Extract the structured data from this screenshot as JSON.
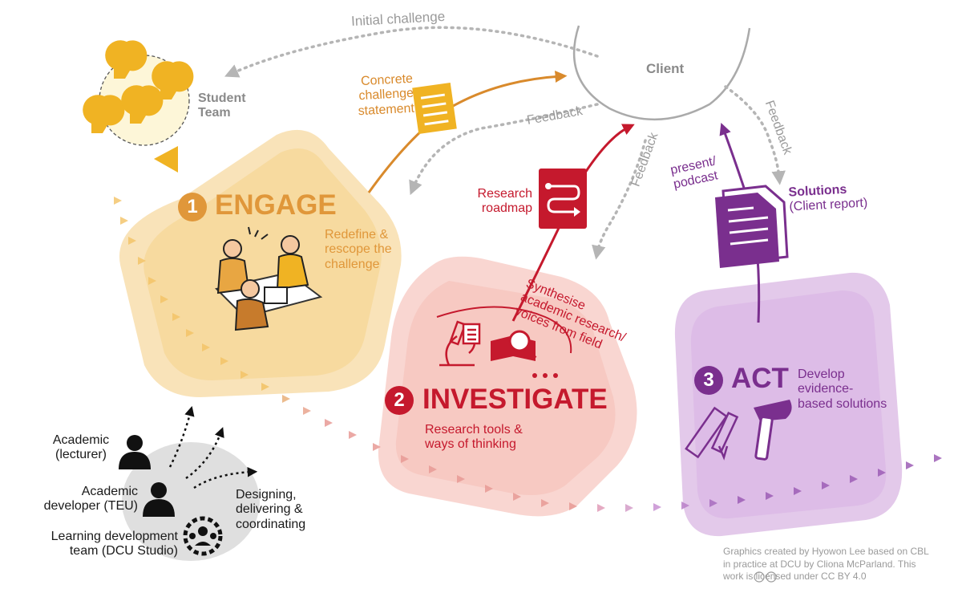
{
  "colors": {
    "engage": "#f2c264",
    "engage_text": "#e0973a",
    "investigate": "#f2a49a",
    "investigate_text": "#c5192d",
    "act": "#c794d6",
    "act_text": "#7a2f8e",
    "feedback_gray": "#b5b5b5",
    "team_gray": "#bdbdbd"
  },
  "labels": {
    "initial_challenge": "Initial challenge",
    "client": "Client",
    "student_team": [
      "Student",
      "Team"
    ],
    "concrete_challenge": [
      "Concrete",
      "challenge",
      "statement"
    ],
    "feedback": "Feedback",
    "research_roadmap": [
      "Research",
      "roadmap"
    ],
    "present_podcast": [
      "present/",
      "podcast"
    ],
    "solutions_title": "Solutions",
    "solutions_sub": "(Client report)",
    "synthesise": [
      "Synthesise",
      "academic research/",
      "voices from field"
    ]
  },
  "stages": {
    "engage": {
      "number": "1",
      "title": "ENGAGE",
      "desc": [
        "Redefine &",
        "rescope the",
        "challenge"
      ]
    },
    "investigate": {
      "number": "2",
      "title": "INVESTIGATE",
      "desc": [
        "Research tools &",
        "ways of thinking"
      ]
    },
    "act": {
      "number": "3",
      "title": "ACT",
      "desc": [
        "Develop",
        "evidence-",
        "based solutions"
      ]
    }
  },
  "roles": {
    "academic": [
      "Academic",
      "(lecturer)"
    ],
    "developer": [
      "Academic",
      "developer (TEU)"
    ],
    "learning_team": [
      "Learning development",
      "team (DCU Studio)"
    ],
    "designing": [
      "Designing,",
      "delivering &",
      "coordinating"
    ]
  },
  "credit": [
    "Graphics created by Hyowon Lee based on CBL",
    "in practice at DCU by Cliona McParland. This",
    "work is licensed under CC BY 4.0"
  ],
  "icons": [
    "student-head-icon",
    "document-icon",
    "roadmap-icon",
    "report-icon",
    "microscope-icon",
    "book-search-icon",
    "ruler-pencil-icon",
    "hammer-icon",
    "person-icon",
    "group-gear-icon",
    "cc-icon"
  ]
}
